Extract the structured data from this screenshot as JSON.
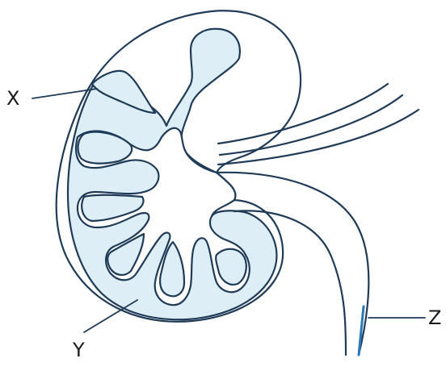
{
  "labels": {
    "x": "X",
    "y": "Y",
    "z": "Z"
  },
  "colors": {
    "outline": "#1f3b57",
    "fill": "#ddeef6",
    "ureter_accent": "#2a78b8"
  }
}
